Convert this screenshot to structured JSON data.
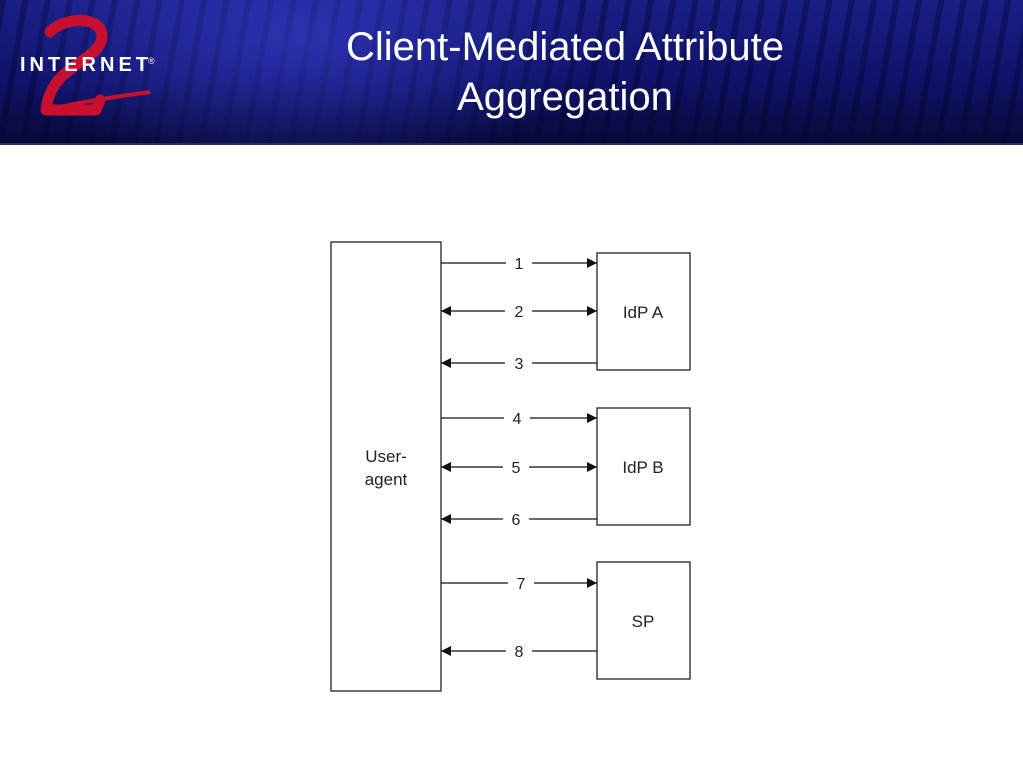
{
  "header": {
    "logo_text": "INTERNET",
    "logo_digit": "2",
    "logo_reg": "®",
    "title_line1": "Client-Mediated Attribute",
    "title_line2": "Aggregation"
  },
  "diagram": {
    "user_agent": {
      "line1": "User-",
      "line2": "agent"
    },
    "idp_a": "IdP A",
    "idp_b": "IdP B",
    "sp": "SP",
    "messages": [
      "1",
      "2",
      "3",
      "4",
      "5",
      "6",
      "7",
      "8"
    ]
  },
  "colors": {
    "header_bg": "#10136a",
    "logo_accent": "#c8102e"
  }
}
